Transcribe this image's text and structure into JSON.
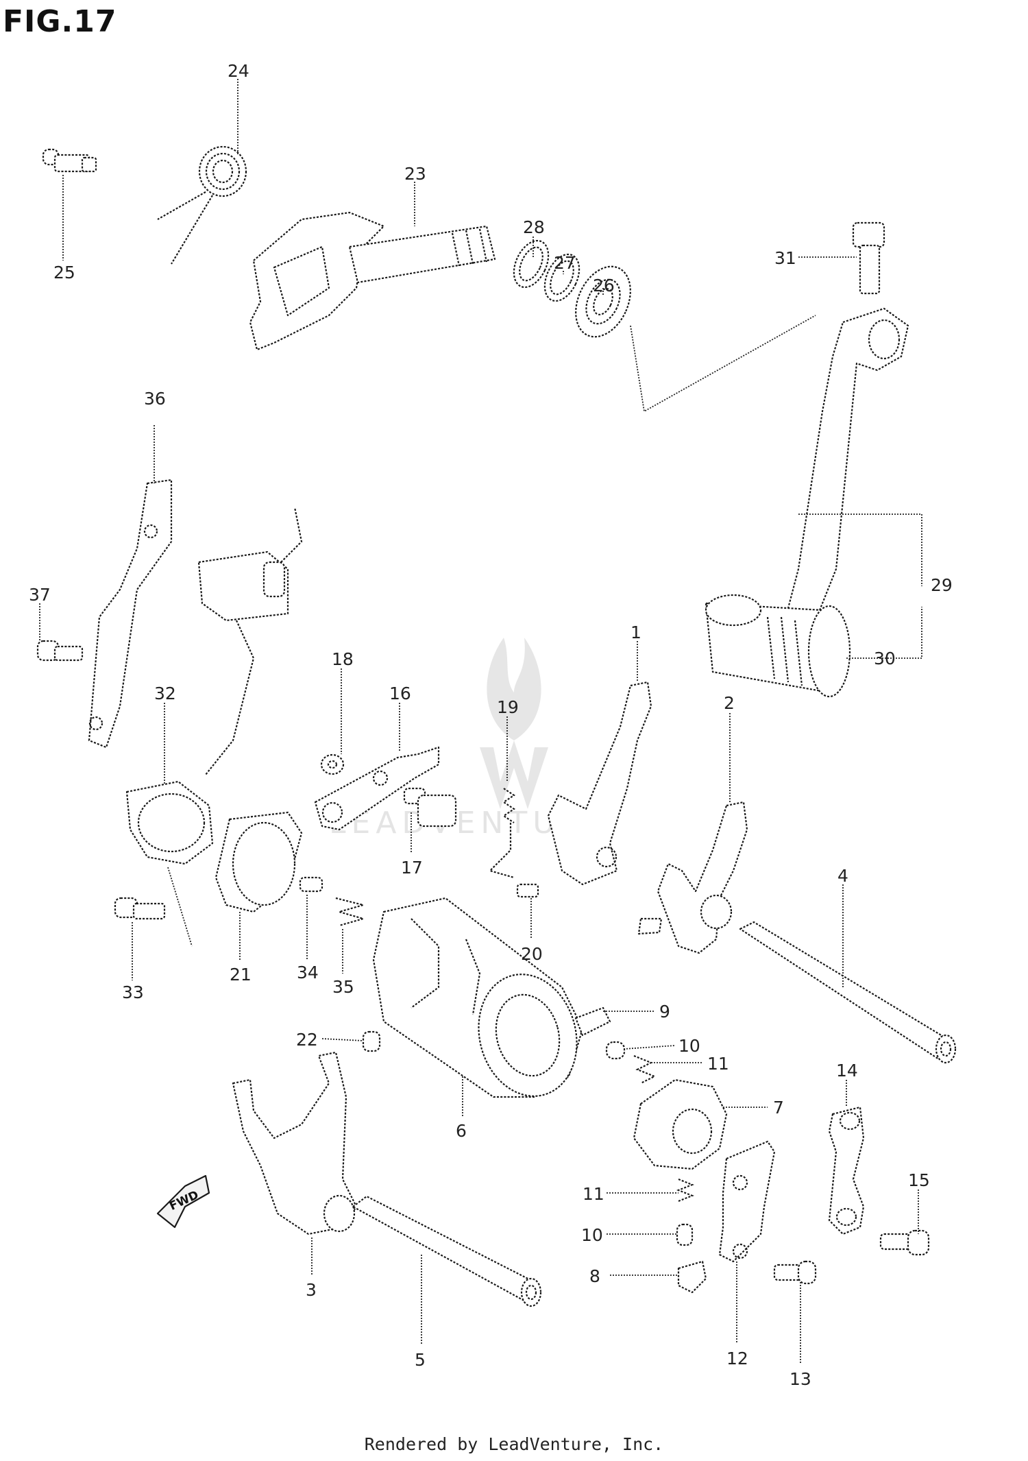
{
  "figure": {
    "title": "FIG.17"
  },
  "footer": {
    "credit": "Rendered by LeadVenture, Inc."
  },
  "watermark": {
    "text": "LEADVENTURE"
  },
  "orientation": {
    "fwd_label": "FWD"
  },
  "callouts": [
    "1",
    "2",
    "3",
    "4",
    "5",
    "6",
    "7",
    "8",
    "9",
    "10",
    "11",
    "12",
    "13",
    "14",
    "15",
    "16",
    "17",
    "18",
    "19",
    "20",
    "21",
    "22",
    "23",
    "24",
    "25",
    "26",
    "27",
    "28",
    "29",
    "30",
    "31",
    "32",
    "33",
    "34",
    "35",
    "36",
    "37",
    "10",
    "11"
  ]
}
